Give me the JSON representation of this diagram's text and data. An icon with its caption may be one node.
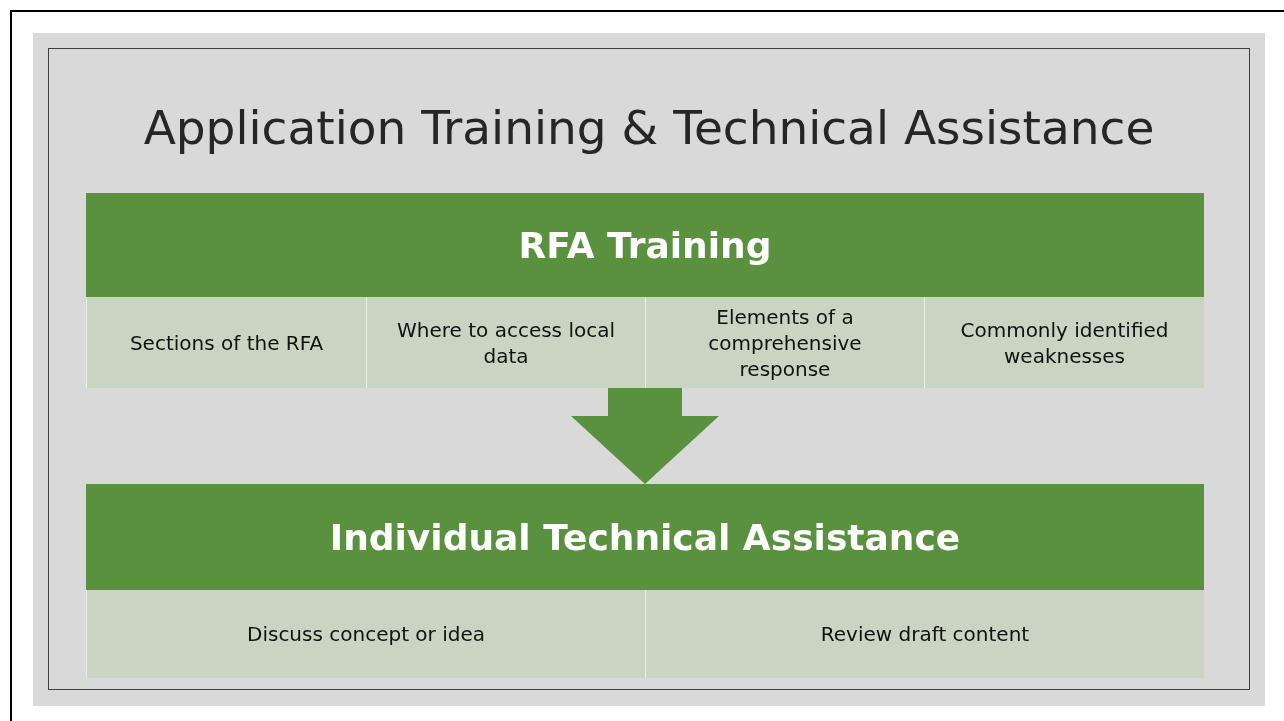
{
  "diagram": {
    "title": "Application Training & Technical Assistance",
    "nodes": [
      {
        "text": [
          "RFA Training"
        ]
      },
      {
        "text": [
          "Sections of the RFA"
        ],
        "in": 0
      },
      {
        "text": [
          "Where to access local data"
        ],
        "in": 0
      },
      {
        "text": [
          "Elements of a comprehensive response"
        ],
        "in": 0
      },
      {
        "text": [
          "Commonly identified weaknesses"
        ],
        "in": 0
      },
      {
        "text": [
          "Individual Technical Assistance"
        ]
      },
      {
        "text": [
          "Discuss concept or idea"
        ],
        "in": 5
      },
      {
        "text": [
          "Review draft content"
        ],
        "in": 5
      }
    ],
    "edges": [
      {
        "from": 0,
        "to": 5,
        "arrow": "to"
      }
    ]
  }
}
